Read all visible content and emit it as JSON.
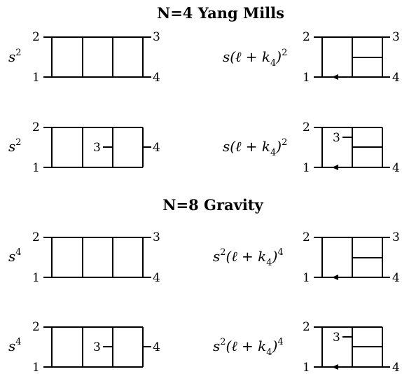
{
  "sections": [
    {
      "title": "N=4 Yang Mills",
      "rows": [
        {
          "left_base": "s",
          "left_exp": "2",
          "right_base": "s(ℓ + k",
          "right_sub": "4",
          "right_close": ")",
          "right_exp": "2"
        },
        {
          "left_base": "s",
          "left_exp": "2",
          "right_base": "s(ℓ + k",
          "right_sub": "4",
          "right_close": ")",
          "right_exp": "2"
        }
      ]
    },
    {
      "title": "N=8 Gravity",
      "rows": [
        {
          "left_base": "s",
          "left_exp": "4",
          "right_base": "s",
          "right_base_exp": "2",
          "right_mid": "(ℓ + k",
          "right_sub": "4",
          "right_close": ")",
          "right_exp": "4"
        },
        {
          "left_base": "s",
          "left_exp": "4",
          "right_base": "s",
          "right_base_exp": "2",
          "right_mid": "(ℓ + k",
          "right_sub": "4",
          "right_close": ")",
          "right_exp": "4"
        }
      ]
    }
  ],
  "labels": {
    "l1": "1",
    "l2": "2",
    "l3": "3",
    "l4": "4"
  }
}
